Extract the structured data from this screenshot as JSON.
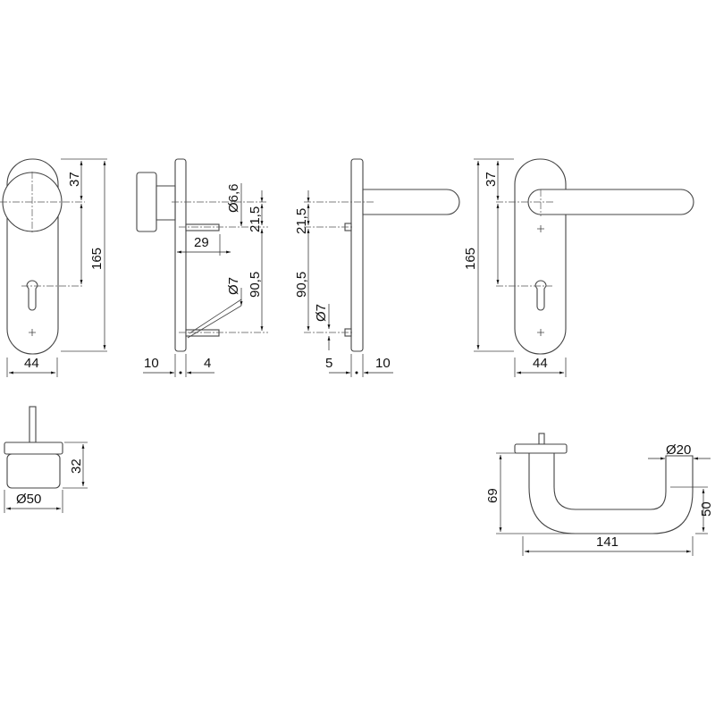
{
  "drawing": {
    "knob_plate_front": {
      "height_top": "37",
      "height_total": "165",
      "width": "44"
    },
    "knob_side": {
      "spindle_dia": "Ø6,6",
      "offset_1": "21,5",
      "offset_2": "90,5",
      "pin_dia": "Ø7",
      "spindle_len": "29",
      "knob_depth": "10",
      "plate_thickness": "4"
    },
    "lever_side": {
      "offset_1": "21,5",
      "offset_2": "90,5",
      "pin_dia": "Ø7",
      "left_dim": "5",
      "plate_thickness": "10"
    },
    "lever_plate_front": {
      "height_top": "37",
      "height_total": "165",
      "width": "44"
    },
    "knob_top": {
      "height": "32",
      "diameter": "Ø50"
    },
    "lever_top": {
      "height": "69",
      "length": "141",
      "projection": "50",
      "diameter": "Ø20"
    }
  }
}
